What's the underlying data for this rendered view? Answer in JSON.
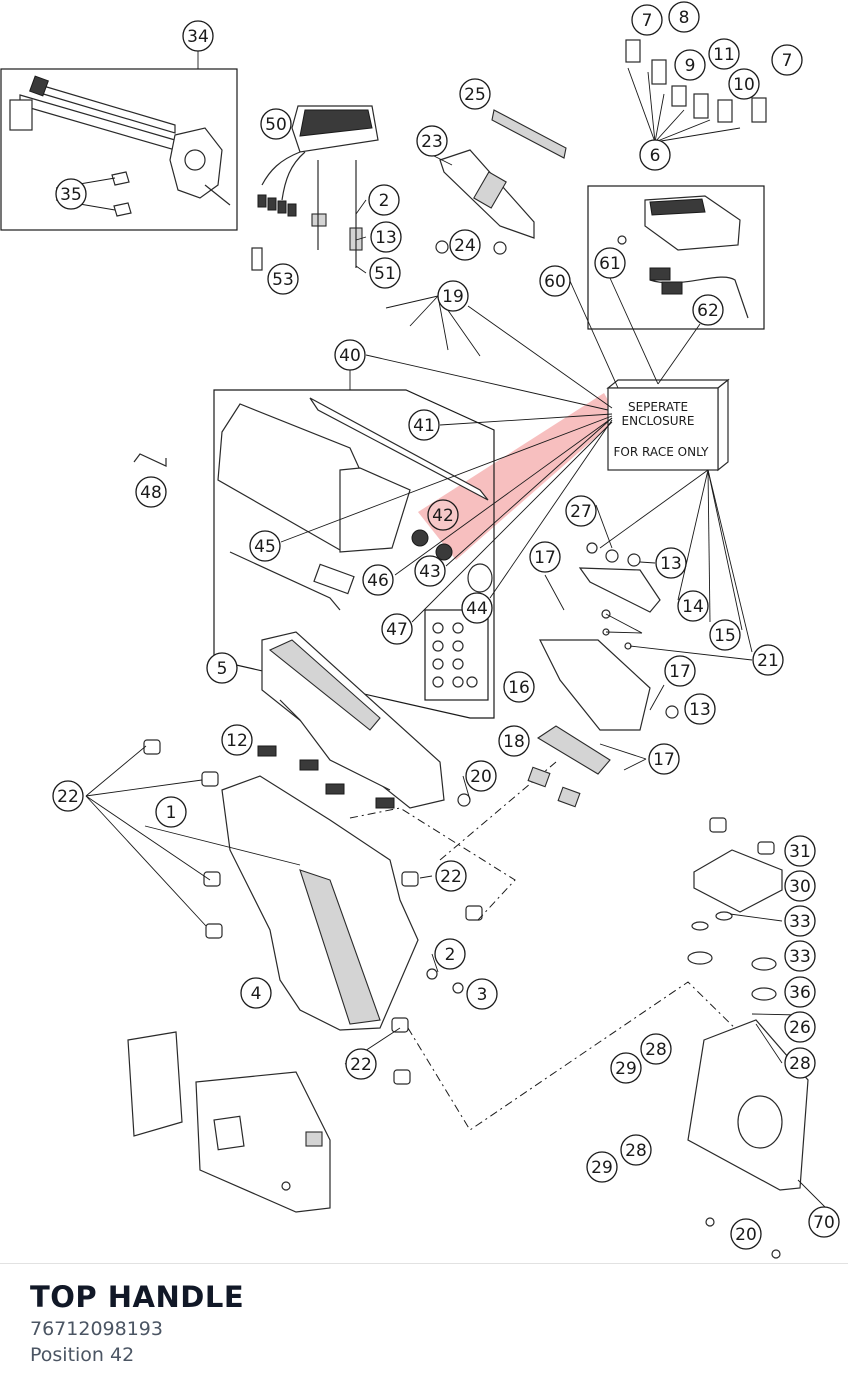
{
  "part": {
    "title": "TOP HANDLE",
    "number": "76712098193",
    "position": "Position 42"
  },
  "diagram": {
    "highlight_color": "#f08080",
    "note_lines": [
      "SEPERATE",
      "ENCLOSURE",
      "FOR RACE ONLY"
    ],
    "callouts": [
      "7",
      "8",
      "9",
      "11",
      "10",
      "7",
      "6",
      "34",
      "35",
      "50",
      "2",
      "13",
      "51",
      "53",
      "25",
      "23",
      "24",
      "60",
      "61",
      "62",
      "19",
      "40",
      "41",
      "48",
      "42",
      "45",
      "46",
      "43",
      "44",
      "47",
      "27",
      "17",
      "13",
      "14",
      "15",
      "21",
      "5",
      "16",
      "17",
      "13",
      "12",
      "18",
      "17",
      "20",
      "22",
      "1",
      "22",
      "2",
      "3",
      "4",
      "22",
      "31",
      "30",
      "33",
      "33",
      "36",
      "26",
      "28",
      "28",
      "29",
      "28",
      "29",
      "20",
      "70"
    ]
  }
}
